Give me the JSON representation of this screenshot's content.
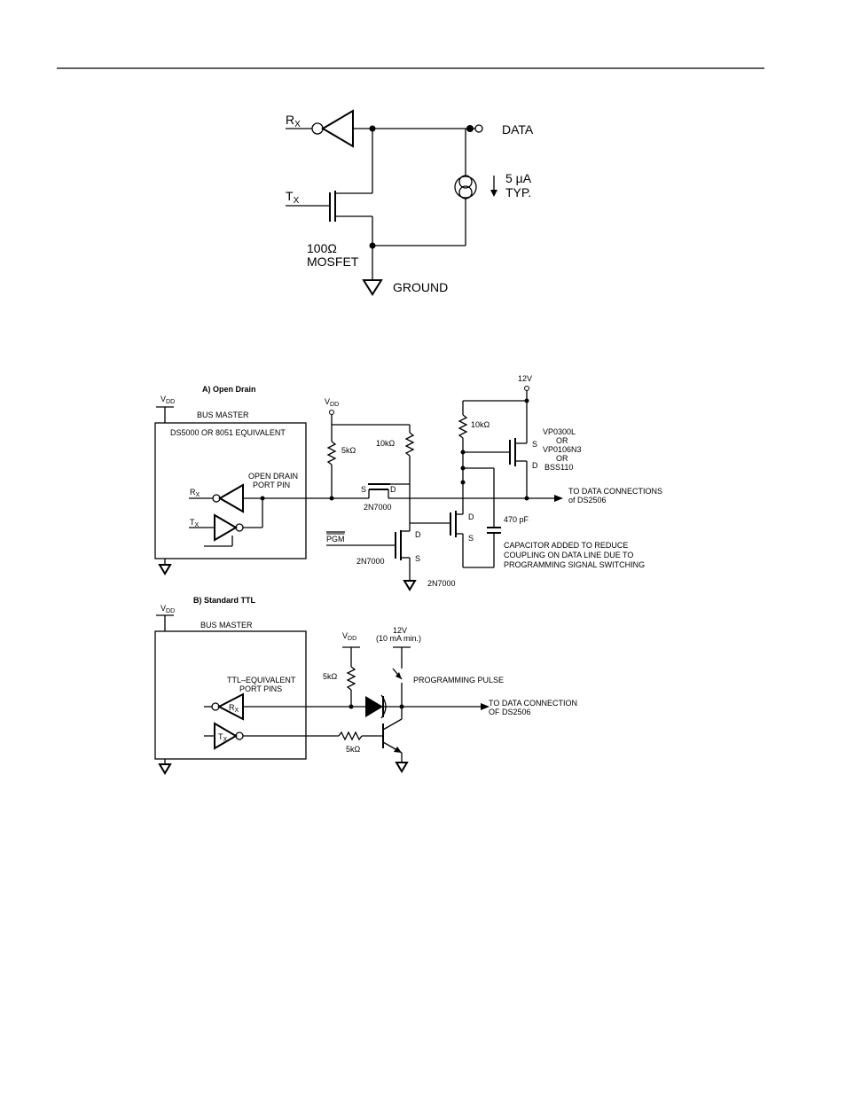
{
  "fig1": {
    "rx": "R",
    "rx_sub": "X",
    "tx": "T",
    "tx_sub": "X",
    "data": "DATA",
    "current_value": "5 µA",
    "current_typ": "TYP.",
    "mosfet_ohms": "100Ω",
    "mosfet": "MOSFET",
    "ground": "GROUND"
  },
  "figA": {
    "title": "A)  Open Drain",
    "vdd_v": "V",
    "vdd_sub": "DD",
    "bus_master": "BUS MASTER",
    "ds5000": "DS5000 OR 8051 EQUIVALENT",
    "open_drain_1": "OPEN DRAIN",
    "open_drain_2": "PORT PIN",
    "rx": "R",
    "rx_sub": "X",
    "tx": "T",
    "tx_sub": "X",
    "r5k": "5kΩ",
    "r10k_a": "10kΩ",
    "r10k_b": "10kΩ",
    "v12": "12V",
    "s": "S",
    "d": "D",
    "q_2n7000": "2N7000",
    "pgm": "PGM",
    "vp_1": "VP0300L",
    "vp_2": "OR",
    "vp_3": "VP0106N3",
    "vp_4": "OR",
    "vp_5": "BSS110",
    "to_data_1": "TO DATA CONNECTIONS",
    "to_data_2": "of DS2506",
    "cap": "470 pF",
    "cap_note_1": "CAPACITOR ADDED TO REDUCE",
    "cap_note_2": "COUPLING ON DATA LINE DUE TO",
    "cap_note_3": "PROGRAMMING SIGNAL SWITCHING"
  },
  "figB": {
    "title": "B)  Standard TTL",
    "vdd_v": "V",
    "vdd_sub": "DD",
    "bus_master": "BUS MASTER",
    "ttl_1": "TTL–EQUIVALENT",
    "ttl_2": "PORT PINS",
    "rx": "R",
    "rx_sub": "X",
    "tx": "T",
    "tx_sub": "X",
    "r5k_a": "5kΩ",
    "r5k_b": "5kΩ",
    "v12": "12V",
    "v12_note": "(10 mA min.)",
    "prog_pulse": "PROGRAMMING PULSE",
    "to_data_1": "TO DATA CONNECTION",
    "to_data_2": "OF DS2506"
  }
}
